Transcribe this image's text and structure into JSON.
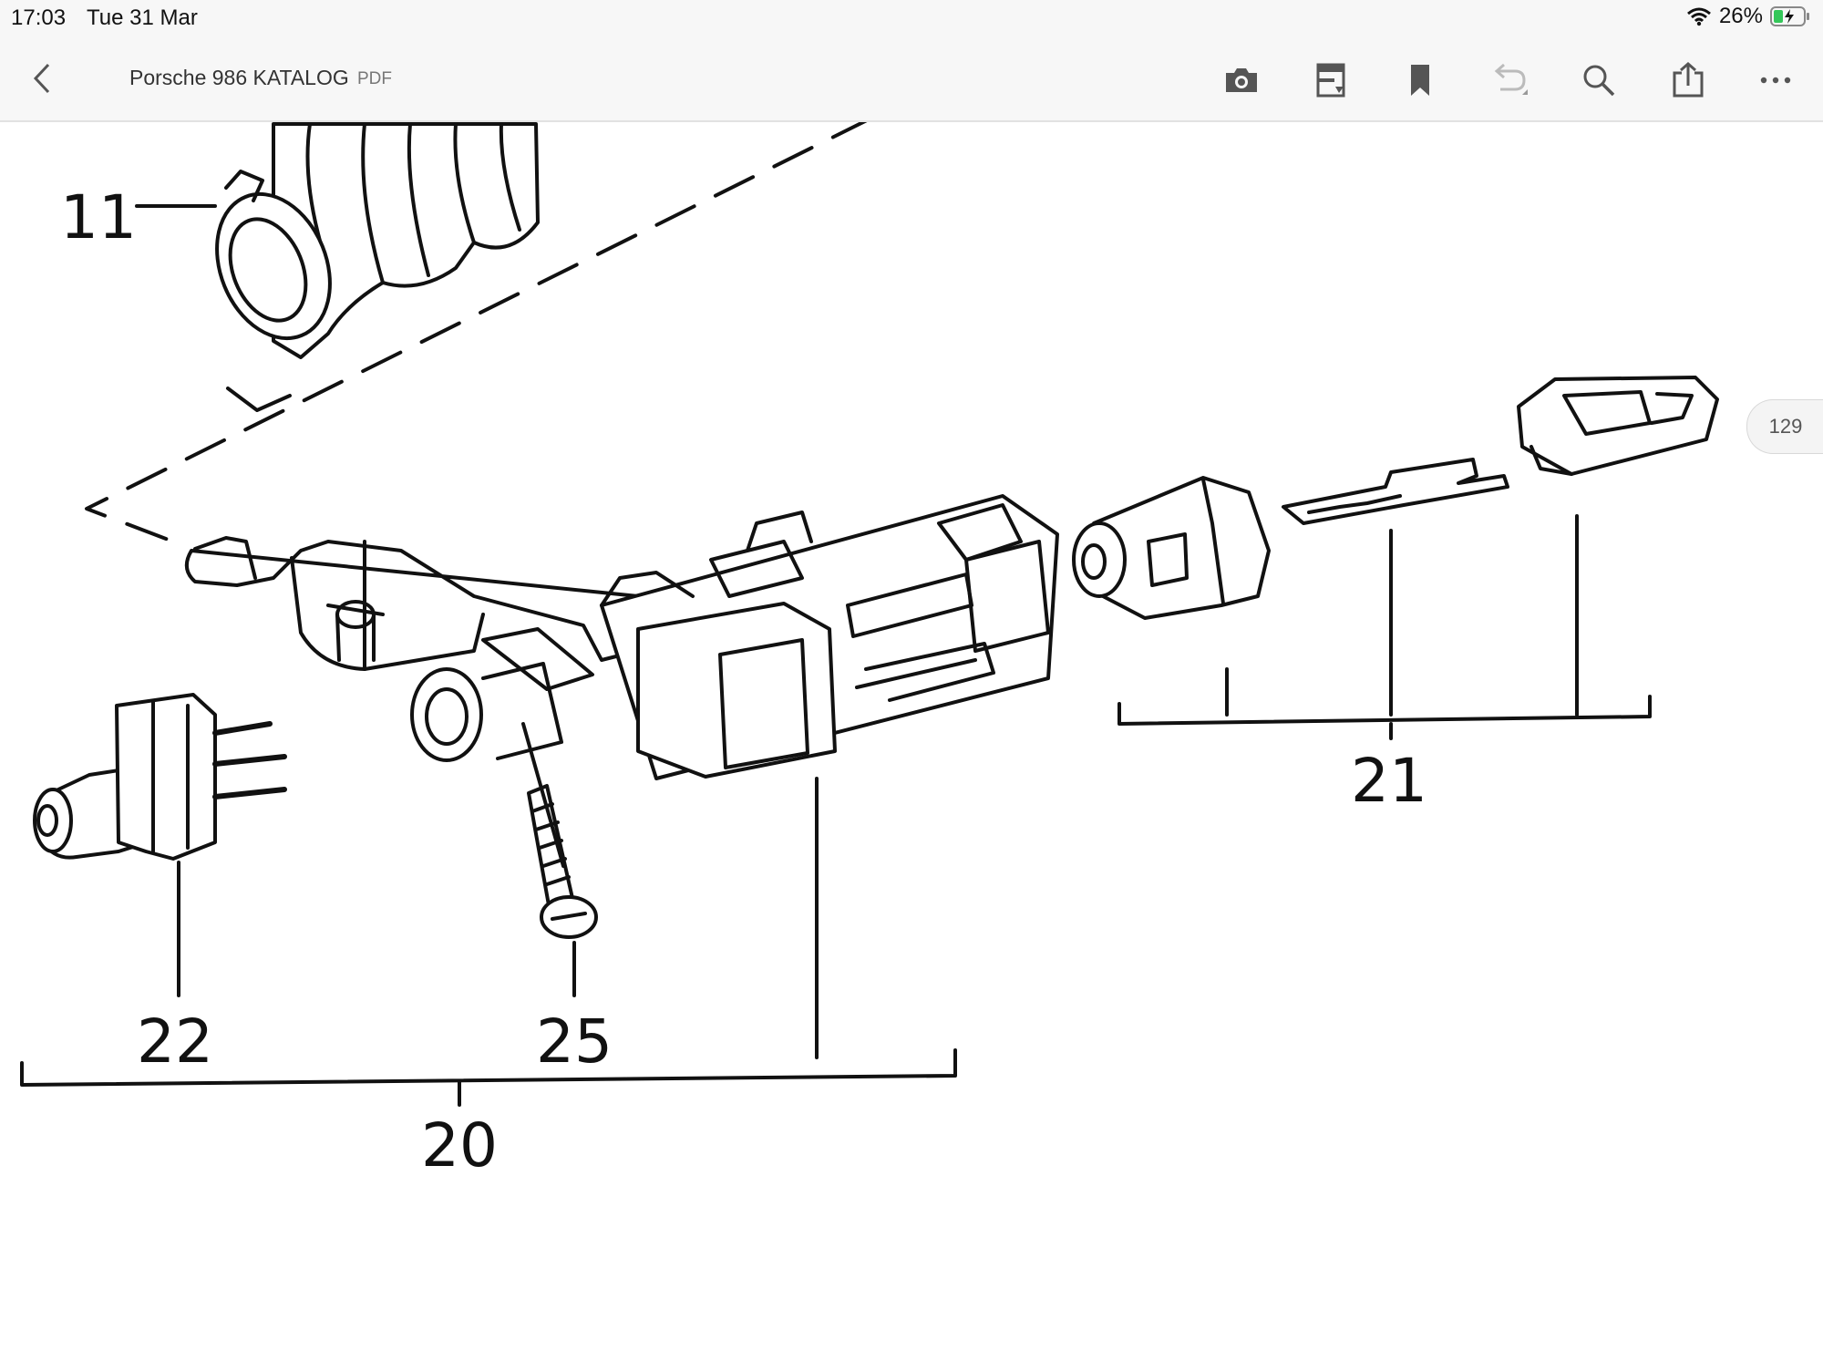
{
  "status_bar": {
    "time": "17:03",
    "date": "Tue 31 Mar",
    "battery": "26%"
  },
  "toolbar": {
    "title": "Porsche 986 KATALOG",
    "file_type": "PDF",
    "icons": [
      "back-icon",
      "camera-icon",
      "outline-icon",
      "bookmark-icon",
      "undo-icon",
      "search-icon",
      "share-icon",
      "more-icon"
    ]
  },
  "page_indicator": "129",
  "diagram": {
    "callouts": [
      {
        "id": "11",
        "label": "11"
      },
      {
        "id": "20",
        "label": "20"
      },
      {
        "id": "21",
        "label": "21"
      },
      {
        "id": "22",
        "label": "22"
      },
      {
        "id": "25",
        "label": "25"
      }
    ]
  },
  "colors": {
    "background": "#ffffff",
    "toolbar": "#f7f7f7",
    "ink": "#111111",
    "battery_fill": "#34c759"
  }
}
